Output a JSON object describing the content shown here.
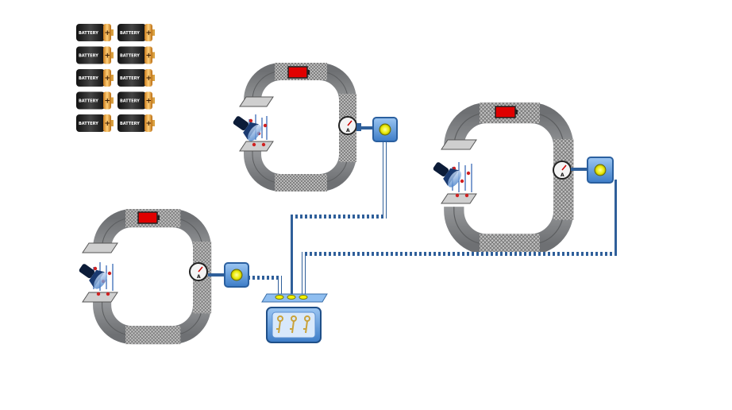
{
  "battery_label": "BATTERY",
  "battery_terminal": "+",
  "battery_inventory": {
    "columns": 2,
    "rows": 5
  },
  "meter_unit": "A",
  "colors": {
    "pipe": "#8f9194",
    "mesh": "#b3b3b3",
    "charge_indicator": "#e00000",
    "wire": "#2f5f9a",
    "lamp": "#f2f200",
    "panel_frame": "#3a78c4",
    "key": "#d9b64a"
  },
  "circuits": [
    {
      "id": "circuit-1",
      "battery_state": "red",
      "lamp": "on"
    },
    {
      "id": "circuit-2",
      "battery_state": "red",
      "lamp": "on"
    },
    {
      "id": "circuit-3",
      "battery_state": "red",
      "lamp": "on"
    }
  ],
  "goal_panel": {
    "lights": 3,
    "keys": 3,
    "icon": "key-icon"
  }
}
